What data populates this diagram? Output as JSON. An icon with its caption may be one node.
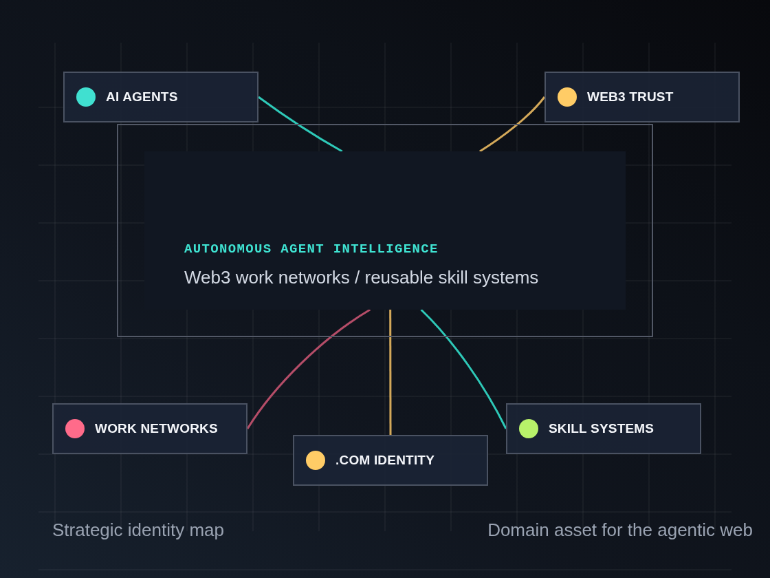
{
  "diagram": {
    "nodes": [
      {
        "text": [
          "AI AGENTS"
        ]
      },
      {
        "text": [
          "WEB3 TRUST"
        ]
      },
      {
        "text": [],
        "shape": "box"
      },
      {
        "text": [
          "AUTONOMOUS AGENT INTELLIGENCE",
          "Web3 work networks / reusable skill systems"
        ],
        "in": 2
      },
      {
        "text": [
          "WORK NETWORKS"
        ]
      },
      {
        "text": [
          ".COM IDENTITY"
        ]
      },
      {
        "text": [
          "SKILL SYSTEMS"
        ]
      }
    ],
    "edges": [
      {
        "from": 3,
        "to": 0,
        "arrow": "none",
        "color": "#2ec9b8"
      },
      {
        "from": 3,
        "to": 1,
        "arrow": "none",
        "color": "#d4a95a"
      },
      {
        "from": 3,
        "to": 4,
        "arrow": "none",
        "color": "#b54d68"
      },
      {
        "from": 3,
        "to": 5,
        "arrow": "none",
        "color": "#d4a95a"
      },
      {
        "from": 3,
        "to": 6,
        "arrow": "none",
        "color": "#2ec9b8"
      }
    ],
    "labels": [
      "Strategic identity map",
      "Domain asset for the agentic web"
    ]
  }
}
